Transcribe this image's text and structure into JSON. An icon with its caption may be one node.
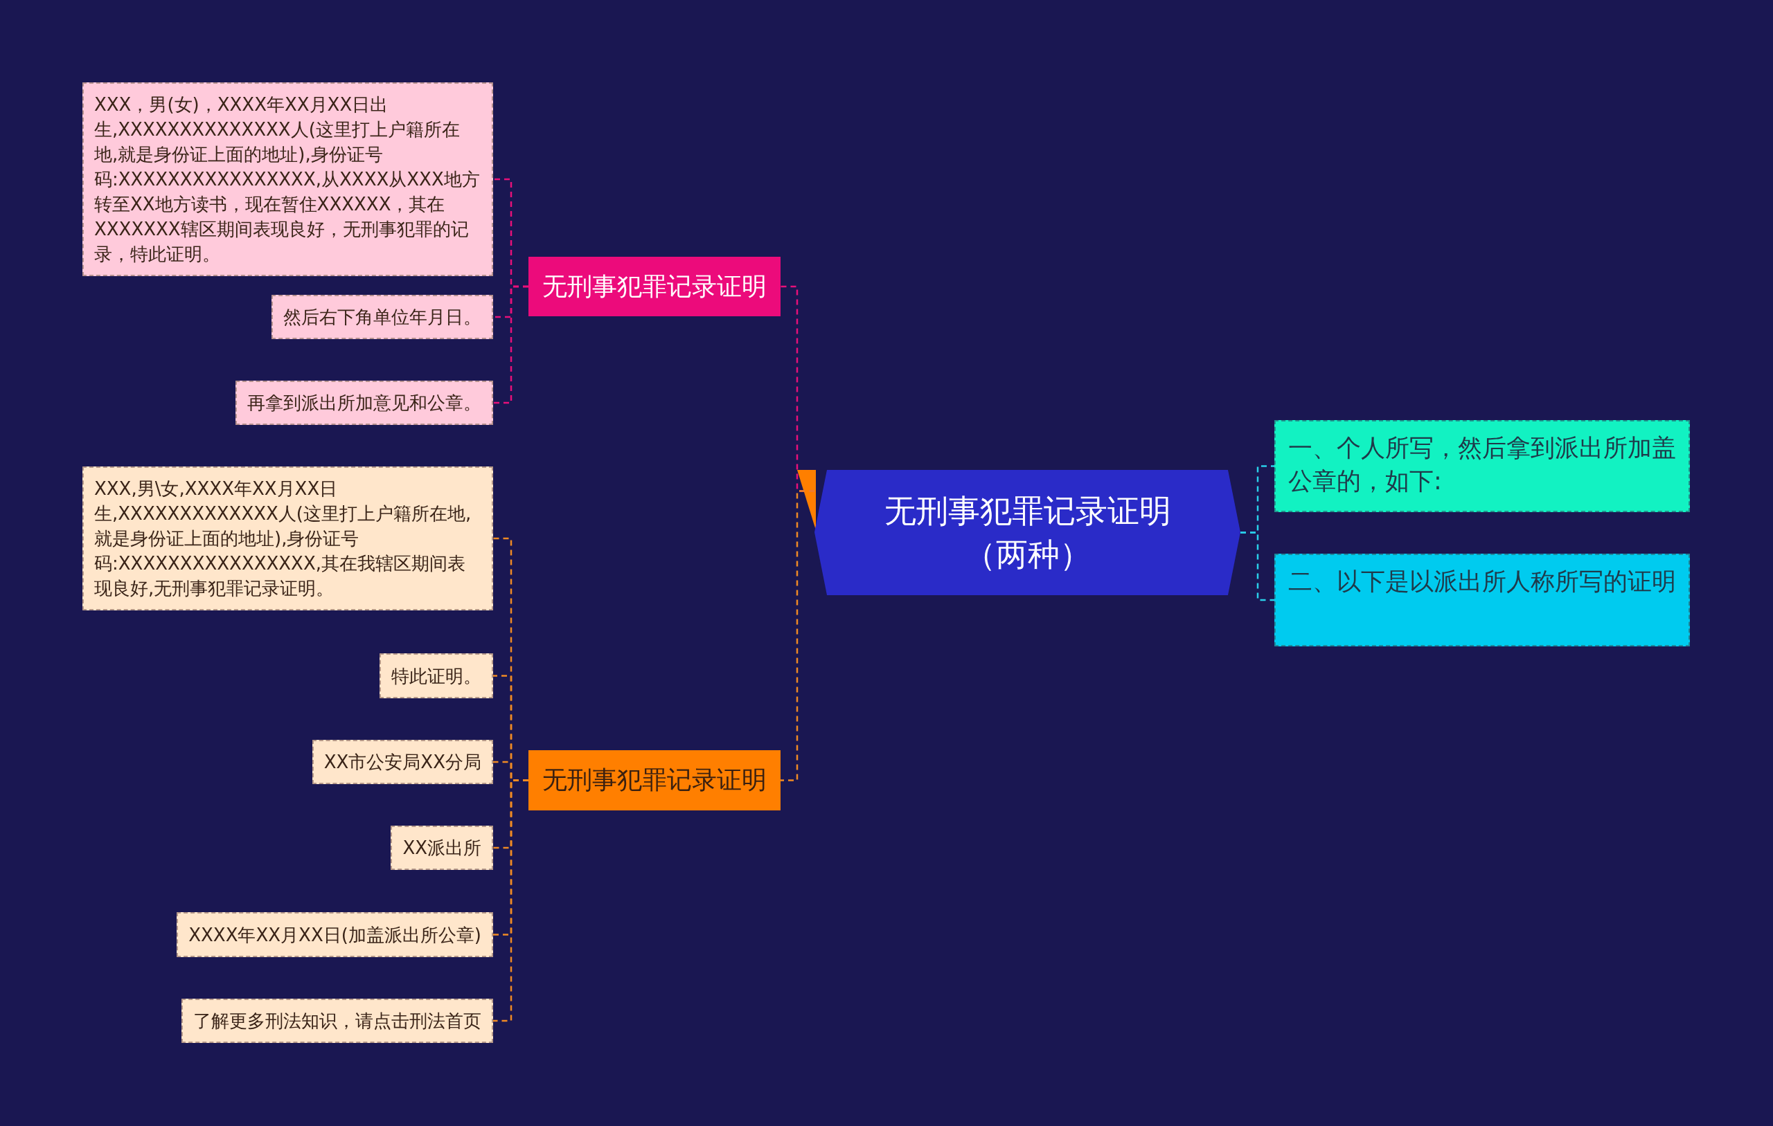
{
  "diagram": {
    "nodes": [
      {
        "text": [
          "无刑事犯罪记录证明（两种）"
        ]
      },
      {
        "text": [
          "无刑事犯罪记录证明"
        ]
      },
      {
        "text": [
          "XXX，男(女)，XXXX年XX月XX日出生,XXXXXXXXXXXXXX人(这里打上户籍所在地,就是身份证上面的地址),身份证号码:XXXXXXXXXXXXXXXX,从XXXX从XXX地方转至XX地方读书，现在暂住XXXXXX，其在XXXXXXX辖区期间表现良好，无刑事犯罪的记录，特此证明。"
        ]
      },
      {
        "text": [
          "然后右下角单位年月日。"
        ]
      },
      {
        "text": [
          "再拿到派出所加意见和公章。"
        ]
      },
      {
        "text": [
          "无刑事犯罪记录证明"
        ]
      },
      {
        "text": [
          "XXX,男\\女,XXXX年XX月XX日生,XXXXXXXXXXXXX人(这里打上户籍所在地,就是身份证上面的地址),身份证号码:XXXXXXXXXXXXXXXX,其在我辖区期间表现良好,无刑事犯罪记录证明。"
        ]
      },
      {
        "text": [
          "特此证明。"
        ]
      },
      {
        "text": [
          "XX市公安局XX分局"
        ]
      },
      {
        "text": [
          "XX派出所"
        ]
      },
      {
        "text": [
          "XXXX年XX月XX日(加盖派出所公章)"
        ]
      },
      {
        "text": [
          "了解更多刑法知识，请点击刑法首页"
        ]
      },
      {
        "text": [
          "一、个人所写，然后拿到派出所加盖公章的，如下:"
        ]
      },
      {
        "text": [
          "二、以下是以派出所人称所写的证明"
        ]
      }
    ],
    "edges": [
      {
        "from": 0,
        "to": 1,
        "arrow": "none",
        "style": "dashed",
        "color": "#e8107a"
      },
      {
        "from": 0,
        "to": 5,
        "arrow": "none",
        "style": "dashed"
      },
      {
        "from": 0,
        "to": 12,
        "arrow": "none",
        "style": "dashed",
        "color": "#2ad0ea"
      },
      {
        "from": 0,
        "to": 13,
        "arrow": "none",
        "style": "dashed",
        "color": "#2ad0ea"
      },
      {
        "from": 1,
        "to": 2,
        "arrow": "none",
        "style": "dashed",
        "color": "#e8107a"
      },
      {
        "from": 1,
        "to": 3,
        "arrow": "none",
        "style": "dashed",
        "color": "#e8107a"
      },
      {
        "from": 1,
        "to": 4,
        "arrow": "none",
        "style": "dashed",
        "color": "#e8107a"
      },
      {
        "from": 5,
        "to": 6,
        "arrow": "none",
        "style": "dashed"
      },
      {
        "from": 5,
        "to": 7,
        "arrow": "none",
        "style": "dashed"
      },
      {
        "from": 5,
        "to": 8,
        "arrow": "none",
        "style": "dashed"
      },
      {
        "from": 5,
        "to": 9,
        "arrow": "none",
        "style": "dashed"
      },
      {
        "from": 5,
        "to": 10,
        "arrow": "none",
        "style": "dashed"
      },
      {
        "from": 5,
        "to": 11,
        "arrow": "none",
        "style": "dashed"
      }
    ]
  }
}
